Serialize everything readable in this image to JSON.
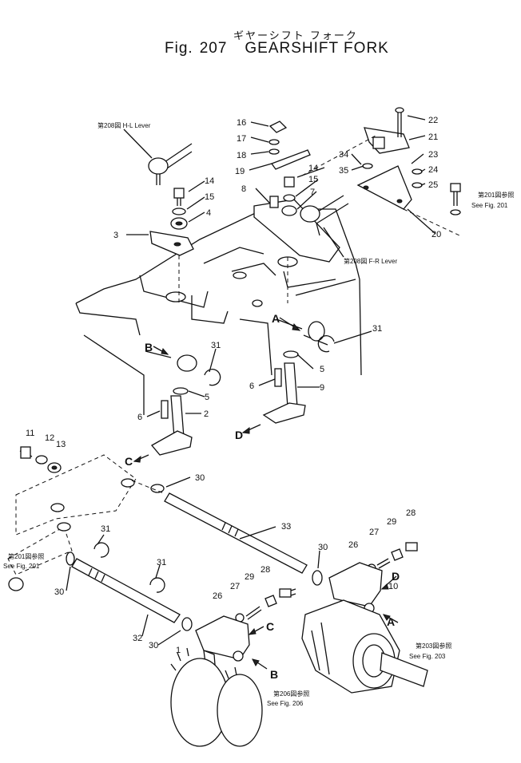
{
  "header": {
    "title_jp": "ギヤーシフト フォーク",
    "fig_prefix": "Fig.",
    "fig_number": "207",
    "title": "GEARSHIFT FORK"
  },
  "references": {
    "hl_lever": "第208図 H-L Lever",
    "fr_lever": "第208図 F-R Lever",
    "see201_jp_a": "第201図参照",
    "see201_a": "See Fig. 201",
    "see201_jp_b": "第201図参照",
    "see201_b": "See Fig. 201",
    "see203_jp": "第203図参照",
    "see203": "See Fig. 203",
    "see206_jp": "第206図参照",
    "see206": "See Fig. 206"
  },
  "callouts": {
    "c1": "1",
    "c2": "2",
    "c3": "3",
    "c4": "4",
    "c5a": "5",
    "c5b": "5",
    "c6a": "6",
    "c6b": "6",
    "c7": "7",
    "c8": "8",
    "c9": "9",
    "c10": "10",
    "c11": "11",
    "c12": "12",
    "c13": "13",
    "c14a": "14",
    "c14b": "14",
    "c15a": "15",
    "c15b": "15",
    "c16": "16",
    "c17": "17",
    "c18": "18",
    "c19": "19",
    "c20": "20",
    "c21": "21",
    "c22": "22",
    "c23": "23",
    "c24": "24",
    "c25": "25",
    "c26a": "26",
    "c26b": "26",
    "c27a": "27",
    "c27b": "27",
    "c28a": "28",
    "c28b": "28",
    "c29a": "29",
    "c29b": "29",
    "c30a": "30",
    "c30b": "30",
    "c30c": "30",
    "c30d": "30",
    "c31a": "31",
    "c31b": "31",
    "c31c": "31",
    "c31d": "31",
    "c32": "32",
    "c33": "33",
    "c34": "34",
    "c35": "35"
  },
  "letters": {
    "a1": "A",
    "a2": "A",
    "b1": "B",
    "b2": "B",
    "c1": "C",
    "c2": "C",
    "d1": "D",
    "d2": "D"
  }
}
